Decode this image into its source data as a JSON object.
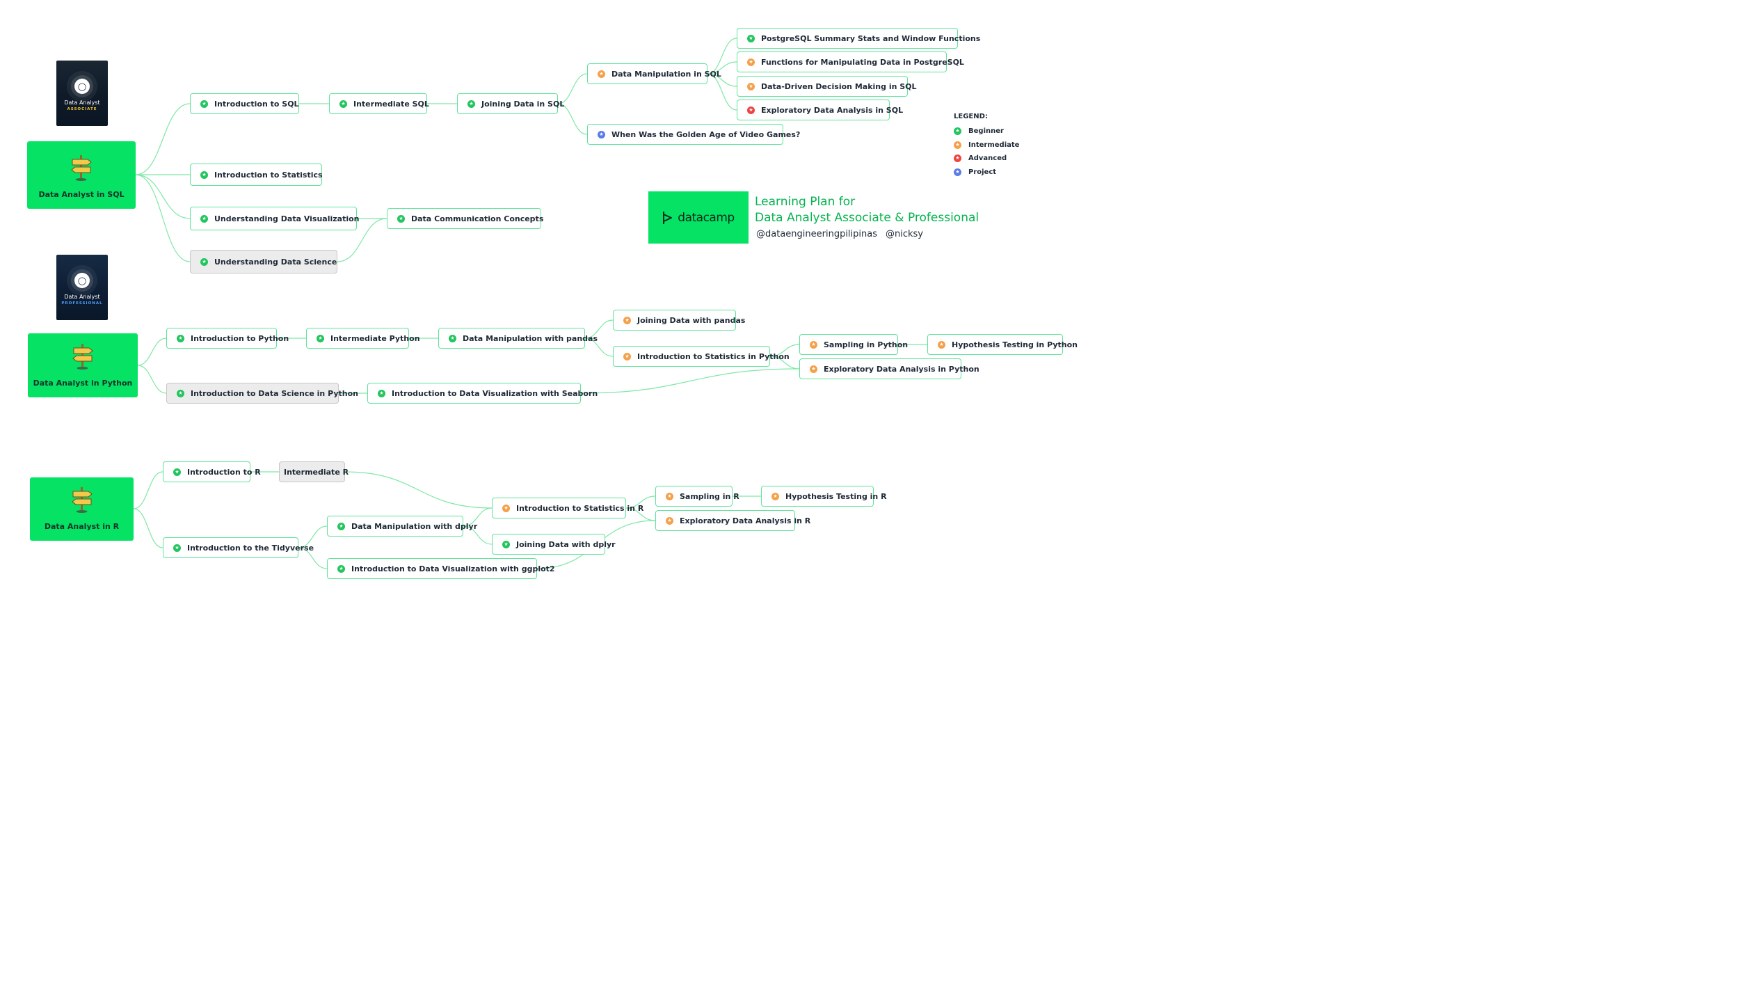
{
  "colors": {
    "beginner": "#22c55e",
    "intermediate": "#f5a04a",
    "advanced": "#ef4444",
    "project": "#5b7be8",
    "brand": "#05e264"
  },
  "badges": {
    "associate": {
      "title": "Data Analyst",
      "level": "ASSOCIATE"
    },
    "professional": {
      "title": "Data Analyst",
      "level": "PROFESSIONAL"
    }
  },
  "roots": {
    "sql": "Data Analyst in SQL",
    "python": "Data Analyst in Python",
    "r": "Data Analyst in R"
  },
  "nodes": {
    "intro_sql": {
      "label": "Introduction to SQL",
      "level": "beginner"
    },
    "intermediate_sql": {
      "label": "Intermediate SQL",
      "level": "beginner"
    },
    "joining_sql": {
      "label": "Joining Data in SQL",
      "level": "beginner"
    },
    "manip_sql": {
      "label": "Data Manipulation in SQL",
      "level": "intermediate"
    },
    "pg_summary": {
      "label": "PostgreSQL Summary Stats and Window Functions",
      "level": "beginner"
    },
    "pg_functions": {
      "label": "Functions for Manipulating Data in PostgreSQL",
      "level": "intermediate"
    },
    "ddm_sql": {
      "label": "Data-Driven Decision Making in SQL",
      "level": "intermediate"
    },
    "eda_sql": {
      "label": "Exploratory Data Analysis in SQL",
      "level": "advanced"
    },
    "golden_age": {
      "label": "When Was the Golden Age of Video Games?",
      "level": "project"
    },
    "intro_stats": {
      "label": "Introduction to Statistics",
      "level": "beginner"
    },
    "understanding_viz": {
      "label": "Understanding Data Visualization",
      "level": "beginner"
    },
    "understanding_ds": {
      "label": "Understanding Data Science",
      "level": "beginner"
    },
    "data_comm": {
      "label": "Data Communication Concepts",
      "level": "beginner"
    },
    "intro_python": {
      "label": "Introduction to Python",
      "level": "beginner"
    },
    "intermediate_python": {
      "label": "Intermediate Python",
      "level": "beginner"
    },
    "pandas_manip": {
      "label": "Data Manipulation with pandas",
      "level": "beginner"
    },
    "pandas_join": {
      "label": "Joining Data with pandas",
      "level": "intermediate"
    },
    "stats_python": {
      "label": "Introduction to Statistics in Python",
      "level": "intermediate"
    },
    "sampling_python": {
      "label": "Sampling in Python",
      "level": "intermediate"
    },
    "hypo_python": {
      "label": "Hypothesis Testing in Python",
      "level": "intermediate"
    },
    "eda_python": {
      "label": "Exploratory Data Analysis in Python",
      "level": "intermediate"
    },
    "ds_python": {
      "label": "Introduction to Data Science in Python",
      "level": "beginner"
    },
    "seaborn": {
      "label": "Introduction to Data Visualization with Seaborn",
      "level": "beginner"
    },
    "intro_r": {
      "label": "Introduction to R",
      "level": "beginner"
    },
    "intermediate_r": {
      "label": "Intermediate R",
      "level": "none"
    },
    "stats_r": {
      "label": "Introduction to Statistics in R",
      "level": "intermediate"
    },
    "sampling_r": {
      "label": "Sampling in R",
      "level": "intermediate"
    },
    "hypo_r": {
      "label": "Hypothesis Testing in R",
      "level": "intermediate"
    },
    "eda_r": {
      "label": "Exploratory Data Analysis in R",
      "level": "intermediate"
    },
    "tidyverse": {
      "label": "Introduction to the Tidyverse",
      "level": "beginner"
    },
    "dplyr_manip": {
      "label": "Data Manipulation with dplyr",
      "level": "beginner"
    },
    "dplyr_join": {
      "label": "Joining Data with dplyr",
      "level": "beginner"
    },
    "ggplot2": {
      "label": "Introduction to Data Visualization with ggplot2",
      "level": "beginner"
    }
  },
  "legend": {
    "title": "LEGEND:",
    "items": [
      {
        "label": "Beginner",
        "level": "beginner"
      },
      {
        "label": "Intermediate",
        "level": "intermediate"
      },
      {
        "label": "Advanced",
        "level": "advanced"
      },
      {
        "label": "Project",
        "level": "project"
      }
    ]
  },
  "brand": {
    "logo_text": "datacamp",
    "title_line1": "Learning Plan for",
    "title_line2": "Data Analyst Associate & Professional",
    "handle1": "@dataengineeringpilipinas",
    "handle2": "@nicksy"
  }
}
